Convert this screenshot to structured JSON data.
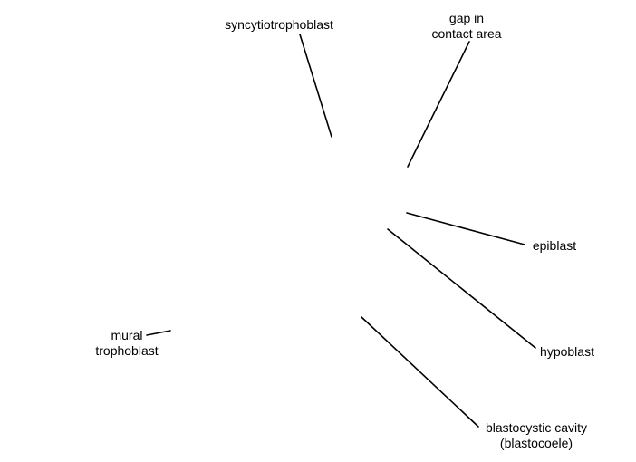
{
  "labels": {
    "syncytiotrophoblast": {
      "lines": [
        "syncytiotrophoblast"
      ]
    },
    "gap": {
      "lines": [
        "gap in",
        "contact area"
      ]
    },
    "epiblast": {
      "lines": [
        "epiblast"
      ]
    },
    "hypoblast": {
      "lines": [
        "hypoblast"
      ]
    },
    "cavity": {
      "lines": [
        "blastocystic cavity",
        "(blastocoele)"
      ]
    },
    "mural": {
      "lines": [
        "mural",
        "trophoblast"
      ]
    }
  },
  "colors": {
    "text": "#000000",
    "line": "#000000",
    "background": "#ffffff"
  }
}
